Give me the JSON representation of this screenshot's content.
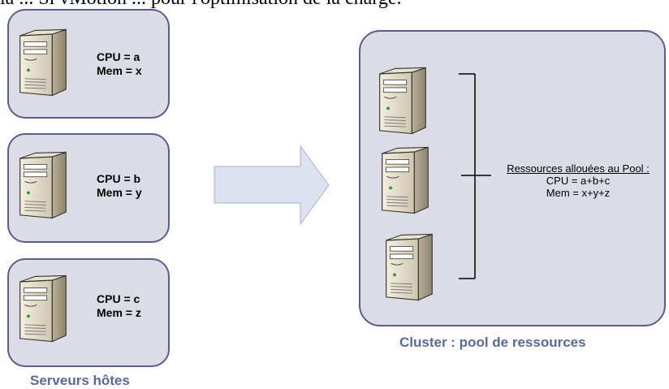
{
  "top_text": "la ... Si vMotion ... pour l'optimisation de la charge.",
  "hosts": [
    {
      "cpu": "CPU = a",
      "mem": "Mem = x"
    },
    {
      "cpu": "CPU = b",
      "mem": "Mem = y"
    },
    {
      "cpu": "CPU = c",
      "mem": "Mem = z"
    }
  ],
  "hosts_caption": "Serveurs hôtes",
  "cluster": {
    "caption": "Cluster : pool de ressources",
    "pool_title": "Ressources allouées au Pool :",
    "cpu": "CPU = a+b+c",
    "mem": "Mem = x+y+z"
  },
  "colors": {
    "box_fill": "#dcdce6",
    "box_border": "#5c5c8a",
    "caption": "#5a6a96",
    "arrow_fill": "#dde1f0"
  },
  "icons": [
    "server-icon",
    "right-arrow-icon",
    "bracket-icon"
  ]
}
